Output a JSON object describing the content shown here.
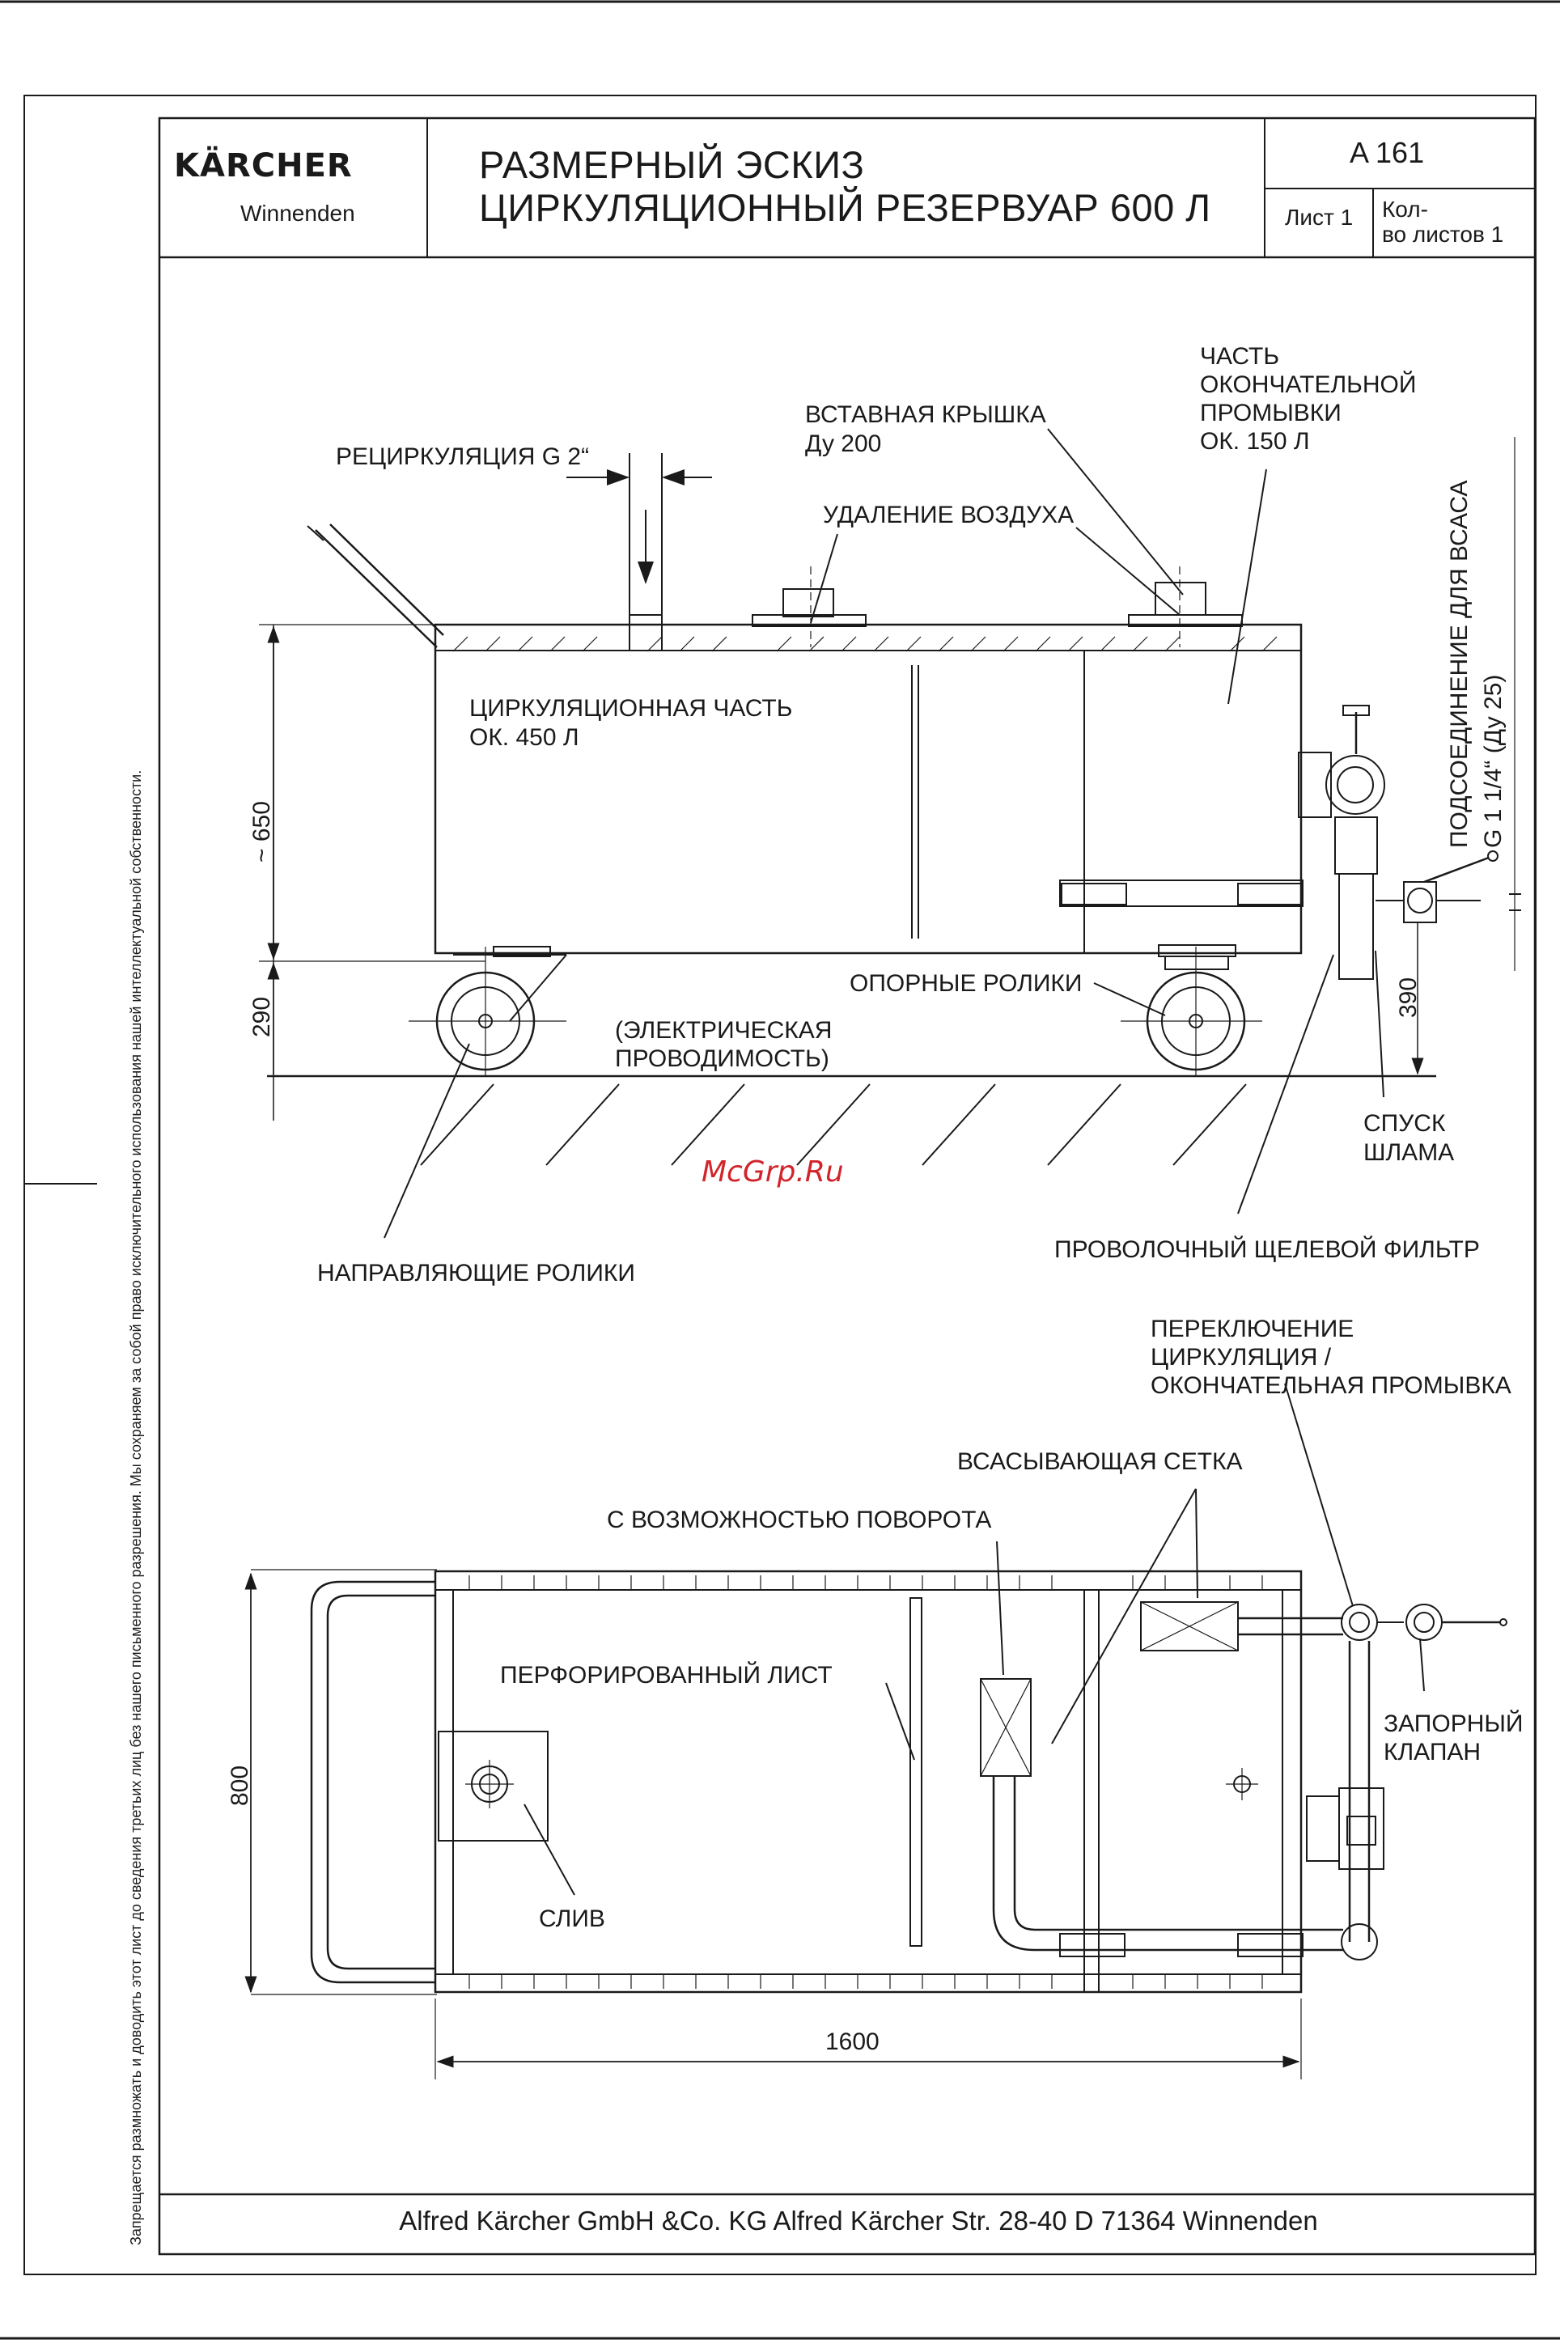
{
  "header": {
    "brand": "KÄRCHER",
    "city": "Winnenden",
    "title_line1": "РАЗМЕРНЫЙ ЭСКИЗ",
    "title_line2": "ЦИРКУЛЯЦИОННЫЙ РЕЗЕРВУАР 600 Л",
    "doc_number": "A 161",
    "sheet": "Лист 1",
    "sheets_total_line1": "Кол-",
    "sheets_total_line2": "во листов 1"
  },
  "side_note": "Запрещается размножать и доводить этот лист до сведения третьих лиц без нашего письменного разрешения. Мы сохраняем за собой право исключительного использования нашей интеллектуальной собственности.",
  "side_view": {
    "recirculation": "РЕЦИРКУЛЯЦИЯ G 2“",
    "insert_lid_line1": "ВСТАВНАЯ КРЫШКА",
    "insert_lid_line2": "Ду 200",
    "final_rinse_line1": "ЧАСТЬ",
    "final_rinse_line2": "ОКОНЧАТЕЛЬНОЙ",
    "final_rinse_line3": "ПРОМЫВКИ",
    "final_rinse_line4": "ОК. 150 Л",
    "air_removal": "УДАЛЕНИЕ ВОЗДУХА",
    "circulation_part_line1": "ЦИРКУЛЯЦИОННАЯ ЧАСТЬ",
    "circulation_part_line2": "ОК. 450 Л",
    "suction_connection_line1": "ПОДСОЕДИНЕНИЕ ДЛЯ ВСАСА",
    "suction_connection_line2": "G 1 1/4“ (Ду 25)",
    "support_rollers": "ОПОРНЫЕ РОЛИКИ",
    "conductivity_line1": "(ЭЛЕКТРИЧЕСКАЯ",
    "conductivity_line2": "ПРОВОДИМОСТЬ)",
    "sludge_drain_line1": "СПУСК",
    "sludge_drain_line2": "ШЛАМА",
    "wire_filter": "ПРОВОЛОЧНЫЙ ЩЕЛЕВОЙ ФИЛЬТР",
    "guide_rollers": "НАПРАВЛЯЮЩИЕ РОЛИКИ",
    "dim_height": "~ 650",
    "dim_wheel": "290",
    "dim_outlet": "390"
  },
  "watermark": "McGrp.Ru",
  "top_view": {
    "switch_line1": "ПЕРЕКЛЮЧЕНИЕ",
    "switch_line2": "ЦИРКУЛЯЦИЯ /",
    "switch_line3": "ОКОНЧАТЕЛЬНАЯ ПРОМЫВКА",
    "suction_screen": "ВСАСЫВАЮЩАЯ СЕТКА",
    "rotatable": "С ВОЗМОЖНОСТЬЮ ПОВОРОТА",
    "perforated_sheet": "ПЕРФОРИРОВАННЫЙ ЛИСТ",
    "shutoff_valve_line1": "ЗАПОРНЫЙ",
    "shutoff_valve_line2": "КЛАПАН",
    "drain": "СЛИВ",
    "dim_width": "800",
    "dim_length": "1600"
  },
  "footer": "Alfred Kärcher GmbH &Co. KG Alfred Kärcher Str. 28-40 D 71364 Winnenden"
}
